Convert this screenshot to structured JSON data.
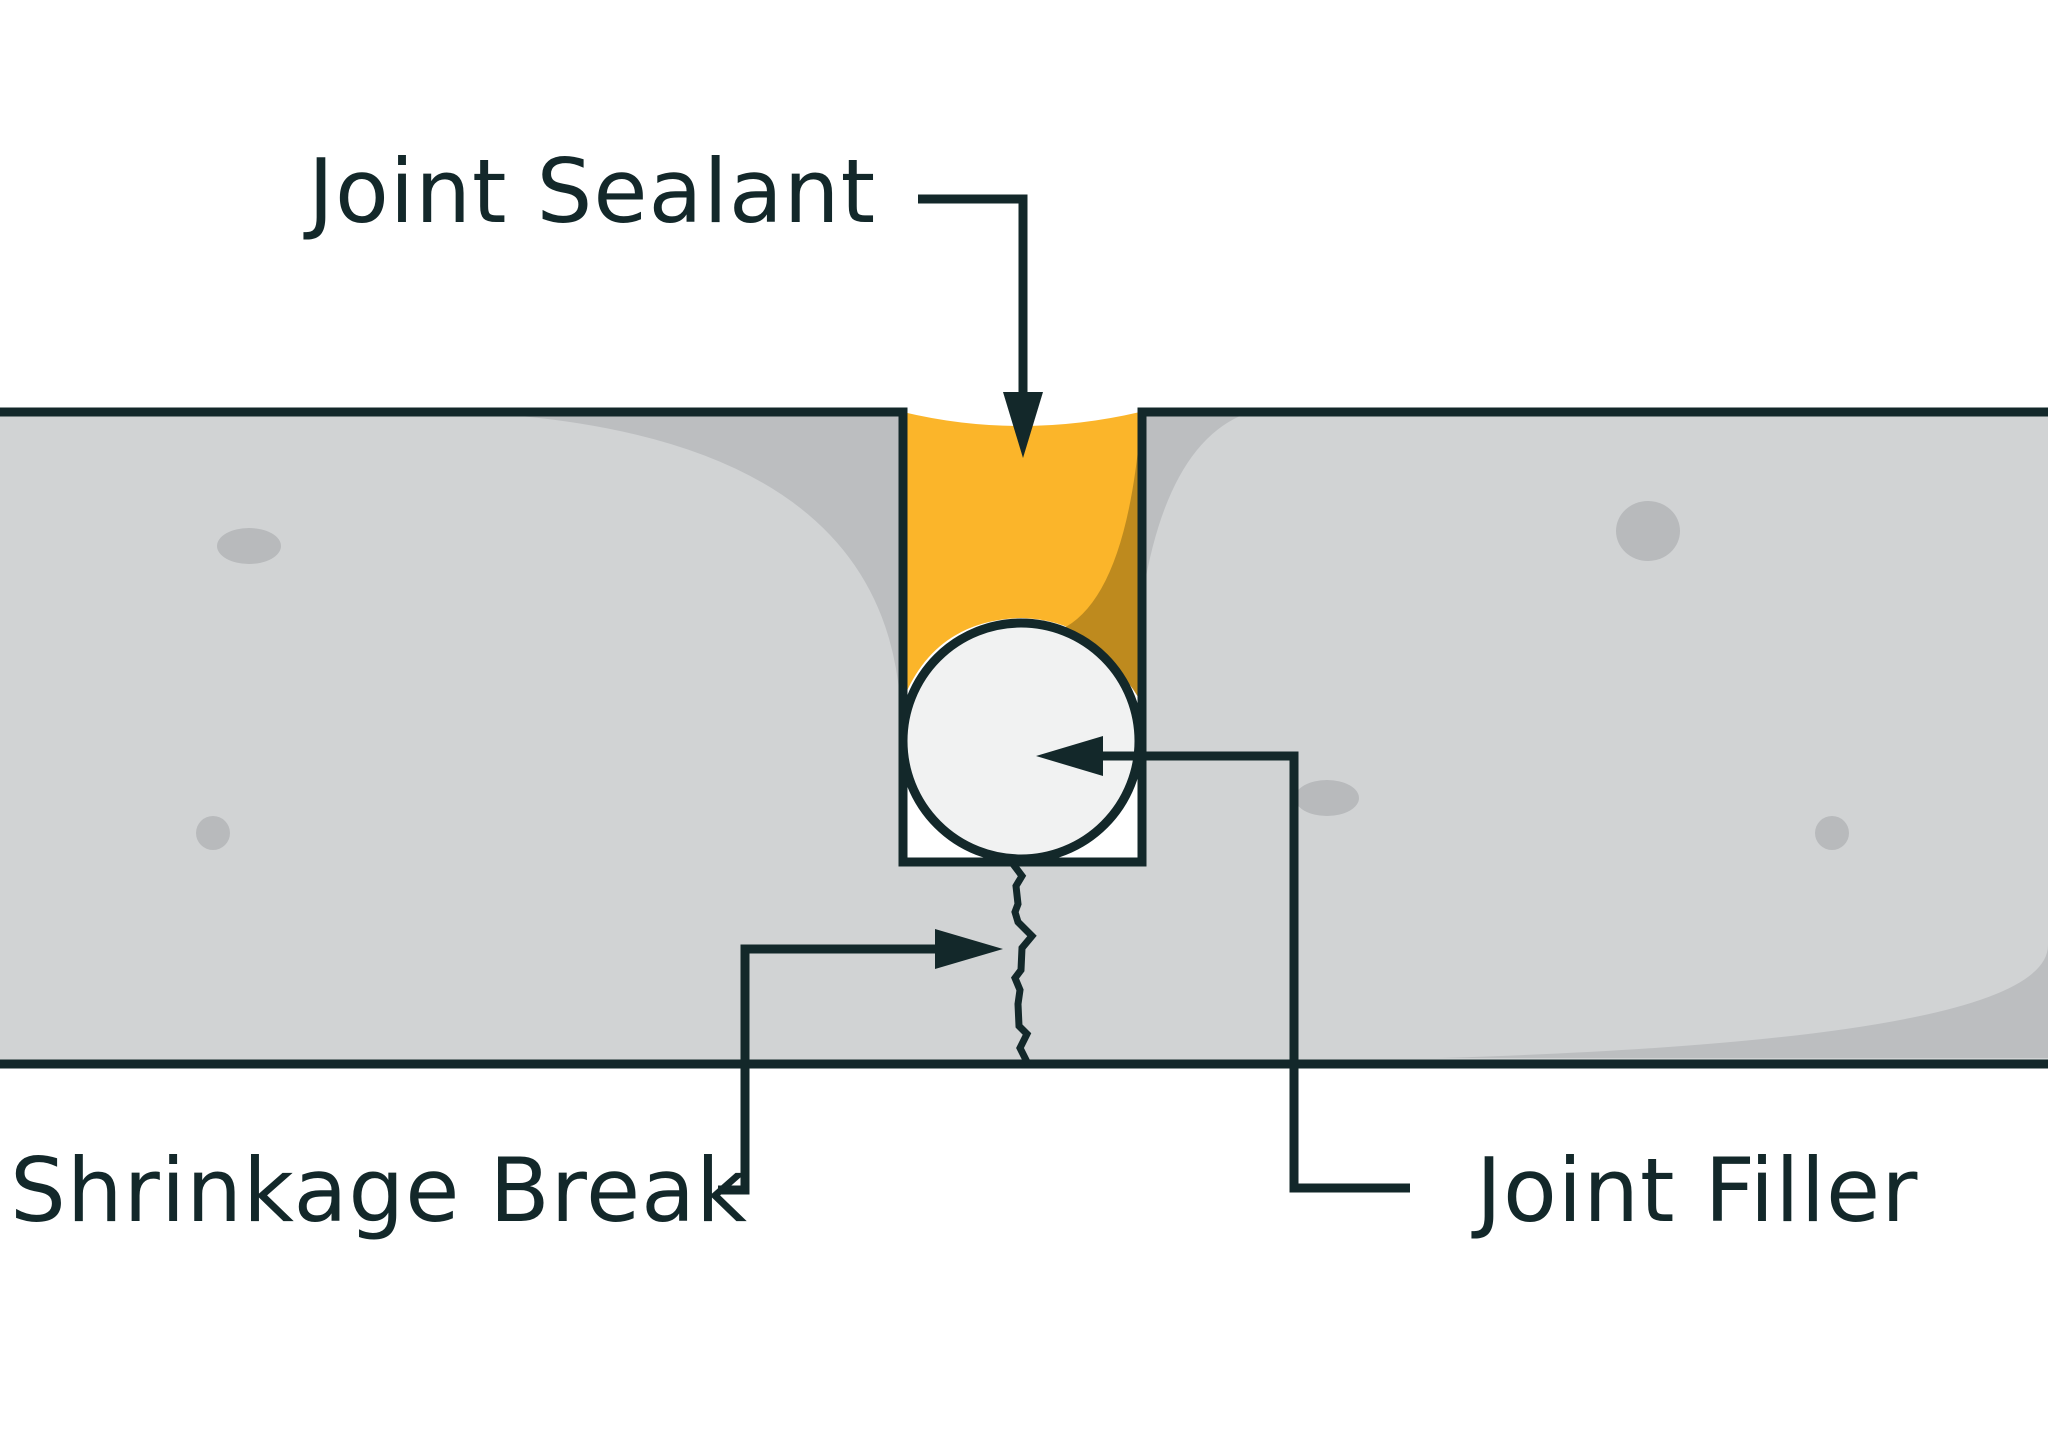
{
  "labels": {
    "joint_sealant": "Joint Sealant",
    "shrinkage_break": "Shrinkage Break",
    "joint_filler": "Joint Filler"
  },
  "colors": {
    "outline": "#13282a",
    "concrete": "#d1d3d4",
    "concrete_shadow": "#bcbec0",
    "aggregate": "#b8babc",
    "sealant": "#fbb52a",
    "sealant_shadow": "#be8a1e",
    "filler": "#f1f2f2",
    "background": "#ffffff"
  }
}
